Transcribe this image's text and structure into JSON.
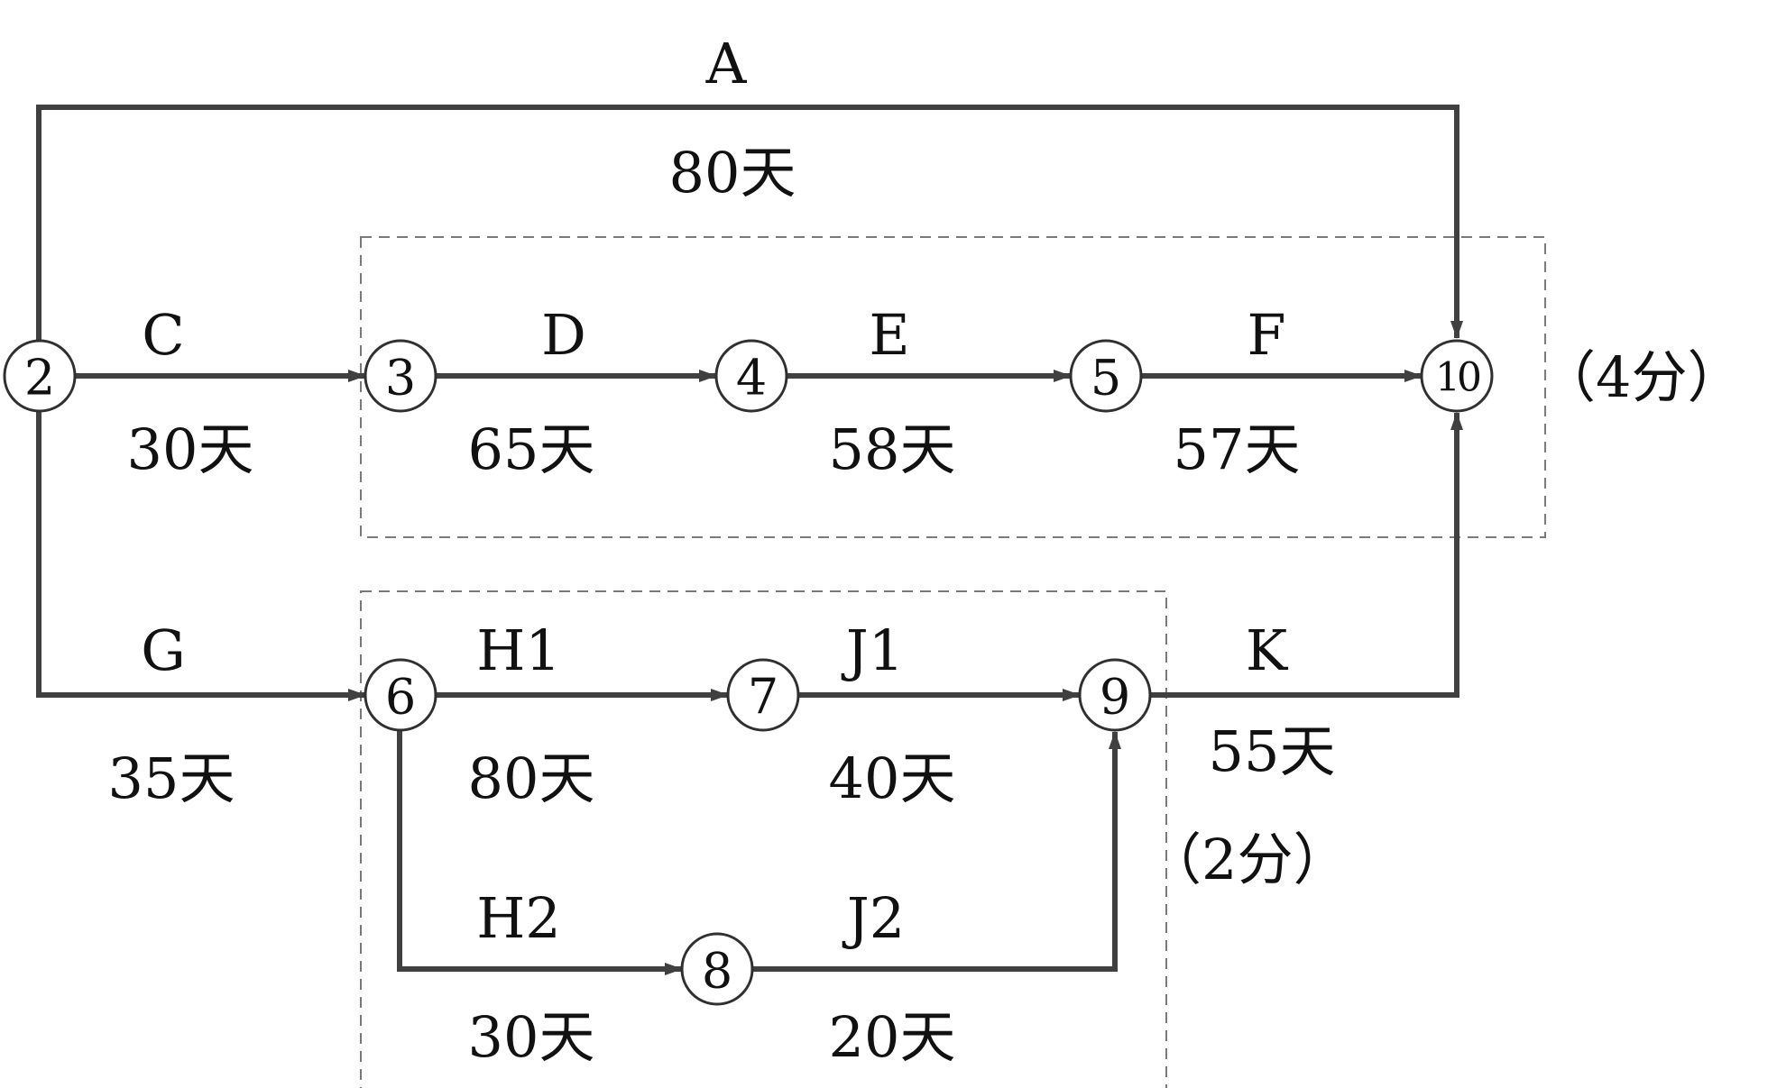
{
  "colors": {
    "arrow": "#404040",
    "node_stroke": "#303030",
    "text": "#111111",
    "box": "#7a7a7a",
    "background": "#ffffff"
  },
  "nodes": [
    {
      "id": "2",
      "label": "2"
    },
    {
      "id": "3",
      "label": "3"
    },
    {
      "id": "4",
      "label": "4"
    },
    {
      "id": "5",
      "label": "5"
    },
    {
      "id": "6",
      "label": "6"
    },
    {
      "id": "7",
      "label": "7"
    },
    {
      "id": "8",
      "label": "8"
    },
    {
      "id": "9",
      "label": "9"
    },
    {
      "id": "10",
      "label": "10"
    }
  ],
  "activities": [
    {
      "id": "A",
      "name": "A",
      "duration": "80天",
      "from": "2",
      "to": "10"
    },
    {
      "id": "C",
      "name": "C",
      "duration": "30天",
      "from": "2",
      "to": "3"
    },
    {
      "id": "D",
      "name": "D",
      "duration": "65天",
      "from": "3",
      "to": "4"
    },
    {
      "id": "E",
      "name": "E",
      "duration": "58天",
      "from": "4",
      "to": "5"
    },
    {
      "id": "F",
      "name": "F",
      "duration": "57天",
      "from": "5",
      "to": "10"
    },
    {
      "id": "G",
      "name": "G",
      "duration": "35天",
      "from": "2",
      "to": "6"
    },
    {
      "id": "H1",
      "name": "H1",
      "duration": "80天",
      "from": "6",
      "to": "7"
    },
    {
      "id": "J1",
      "name": "J1",
      "duration": "40天",
      "from": "7",
      "to": "9"
    },
    {
      "id": "H2",
      "name": "H2",
      "duration": "30天",
      "from": "6",
      "to": "8"
    },
    {
      "id": "J2",
      "name": "J2",
      "duration": "20天",
      "from": "8",
      "to": "9"
    },
    {
      "id": "K",
      "name": "K",
      "duration": "55天",
      "from": "9",
      "to": "10"
    }
  ],
  "notes": {
    "upper_box": "（4分）",
    "lower_box": "（2分）"
  }
}
